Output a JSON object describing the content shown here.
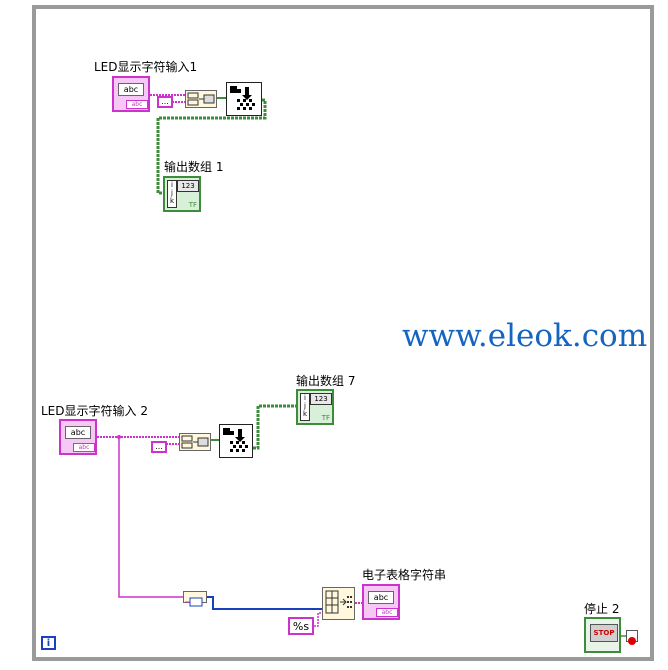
{
  "labels": {
    "led_input_1": "LED显示字符输入1",
    "output_array_1": "输出数组 1",
    "led_input_2": "LED显示字符输入 2",
    "output_array_7": "输出数组 7",
    "spreadsheet_string": "电子表格字符串",
    "stop_2": "停止 2"
  },
  "watermark": "www.eleok.com",
  "terminals": {
    "string_glyph": "abc",
    "string_foot": "abc",
    "numeric_glyph": "123",
    "index_glyph": "i\nj\nk",
    "bool_glyph": "TF",
    "format_constant": "%s",
    "stop_face": "STOP",
    "info_icon": "i",
    "empty_string_const": "..."
  },
  "colors": {
    "frame": "#9a9a9a",
    "string_wire": "#cc33cc",
    "array_wire": "#3c8c3c",
    "numeric_wire": "#1a3fbf",
    "watermark": "#1565c0"
  }
}
